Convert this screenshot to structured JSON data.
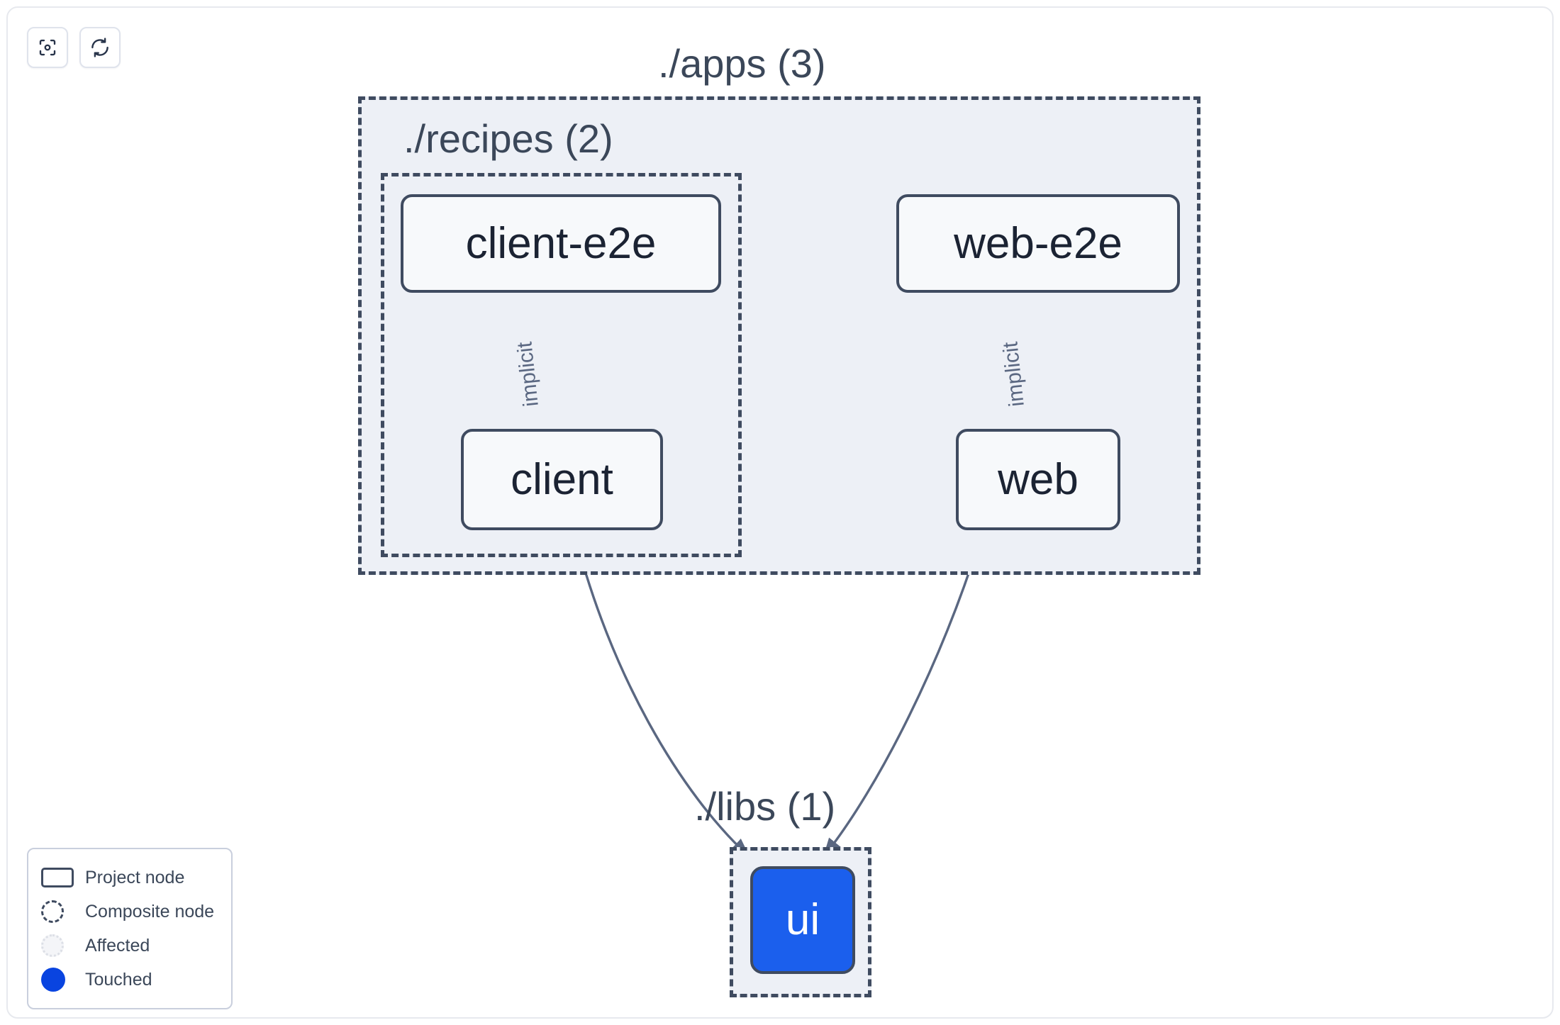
{
  "toolbar": {
    "buttons": [
      {
        "name": "focus-icon",
        "label": "Focus graph"
      },
      {
        "name": "refresh-icon",
        "label": "Refresh graph"
      }
    ]
  },
  "graph": {
    "groups": [
      {
        "id": "apps",
        "label": "./apps (3)",
        "count": 3
      },
      {
        "id": "recipes",
        "label": "./recipes (2)",
        "count": 2
      },
      {
        "id": "libs",
        "label": "./libs (1)",
        "count": 1
      }
    ],
    "nodes": [
      {
        "id": "client-e2e",
        "label": "client-e2e",
        "group": "recipes",
        "state": "normal"
      },
      {
        "id": "web-e2e",
        "label": "web-e2e",
        "group": "apps",
        "state": "normal"
      },
      {
        "id": "client",
        "label": "client",
        "group": "recipes",
        "state": "normal"
      },
      {
        "id": "web",
        "label": "web",
        "group": "apps",
        "state": "normal"
      },
      {
        "id": "ui",
        "label": "ui",
        "group": "libs",
        "state": "touched"
      }
    ],
    "edges": [
      {
        "from": "client-e2e",
        "to": "client",
        "label": "implicit"
      },
      {
        "from": "web-e2e",
        "to": "web",
        "label": "implicit"
      },
      {
        "from": "client",
        "to": "ui",
        "label": ""
      },
      {
        "from": "web",
        "to": "ui",
        "label": ""
      }
    ]
  },
  "legend": {
    "items": [
      {
        "glyph": "project-node-glyph",
        "label": "Project node"
      },
      {
        "glyph": "composite-node-glyph",
        "label": "Composite node"
      },
      {
        "glyph": "affected-glyph",
        "label": "Affected"
      },
      {
        "glyph": "touched-glyph",
        "label": "Touched"
      }
    ]
  },
  "colors": {
    "node_border": "#3f4b60",
    "node_fill": "#f7f9fb",
    "group_fill": "#edf0f6",
    "touched": "#0944e0",
    "touched_node": "#1b5fed",
    "edge": "#5a6781",
    "text": "#1b2333"
  }
}
